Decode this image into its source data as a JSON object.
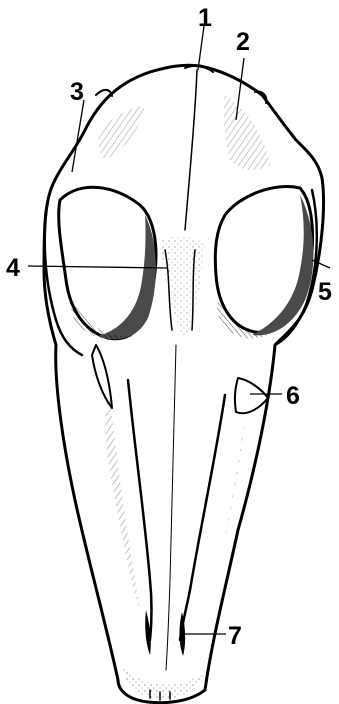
{
  "colors": {
    "ink": "#000000",
    "background": "#ffffff",
    "bone": "#f3f3f3",
    "shadow": "#5a5a5a"
  },
  "labels": {
    "l1": "1",
    "l2": "2",
    "l3": "3",
    "l4": "4",
    "l5": "5",
    "l6": "6",
    "l7": "7"
  }
}
